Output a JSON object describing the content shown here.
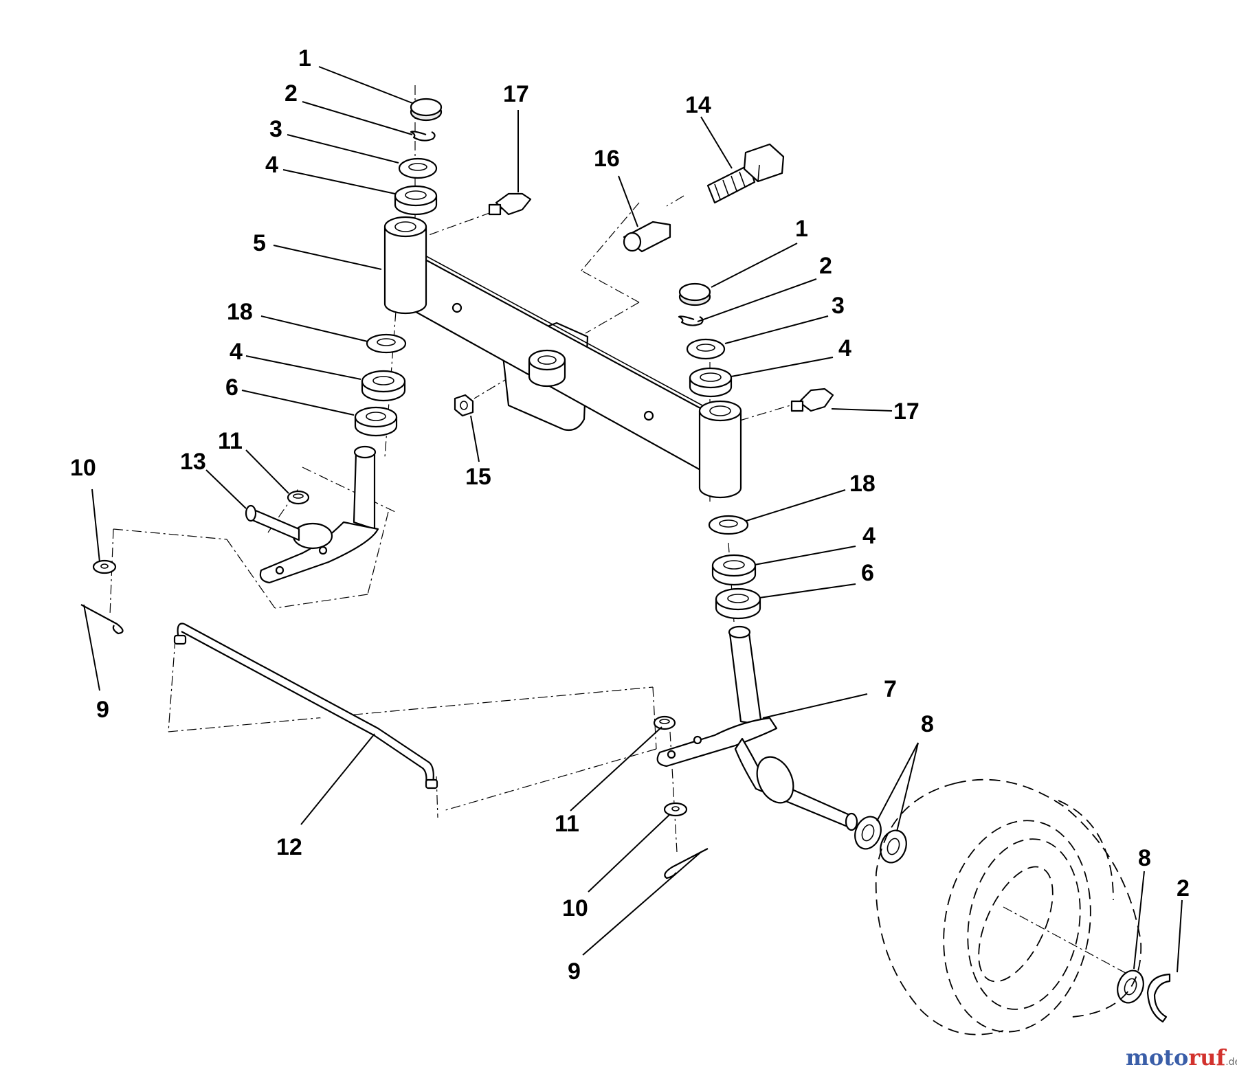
{
  "callouts": {
    "c1a": "1",
    "c2a": "2",
    "c3a": "3",
    "c4a": "4",
    "c5": "5",
    "c18a": "18",
    "c4b": "4",
    "c6a": "6",
    "c11a": "11",
    "c13": "13",
    "c10a": "10",
    "c9a": "9",
    "c12": "12",
    "c17a": "17",
    "c16": "16",
    "c14": "14",
    "c15": "15",
    "c1b": "1",
    "c2b": "2",
    "c3b": "3",
    "c4c": "4",
    "c17b": "17",
    "c18b": "18",
    "c4d": "4",
    "c6b": "6",
    "c7": "7",
    "c8a": "8",
    "c11b": "11",
    "c10b": "10",
    "c9b": "9",
    "c8b": "8",
    "c2c": "2"
  },
  "watermark": {
    "brand_a": "moto",
    "brand_b": "ruf",
    "suffix": ".de"
  },
  "colors": {
    "line": "#000000",
    "watermark_blue": "#3a5ea8",
    "watermark_red": "#d2322d"
  }
}
